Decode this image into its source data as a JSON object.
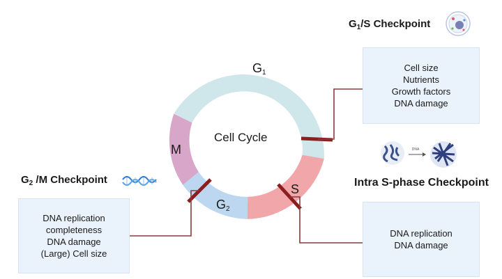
{
  "center_label": "Cell Cycle",
  "phases": {
    "g1": {
      "main": "G",
      "sub": "1"
    },
    "s": {
      "main": "S"
    },
    "g2": {
      "main": "G",
      "sub": "2"
    },
    "m": {
      "main": "M"
    }
  },
  "checkpoints": {
    "g1s": {
      "title_main": "G",
      "title_sub": "1",
      "title_rest": "/S Checkpoint",
      "items": [
        "Cell size",
        "Nutrients",
        "Growth factors",
        "DNA damage"
      ],
      "icon": "cell-icon"
    },
    "intra_s": {
      "title": "Intra S-phase Checkpoint",
      "items": [
        "DNA replication",
        "DNA damage"
      ],
      "icon": "dna-replication-icon"
    },
    "g2m": {
      "title_main": "G",
      "title_sub": "2",
      "title_rest": " /M Checkpoint",
      "items": [
        "DNA replication",
        "completeness",
        "DNA damage",
        "(Large) Cell size"
      ],
      "icon": "dna-helix-icon"
    }
  },
  "colors": {
    "g1": "#cfe6ea",
    "s": "#f1a7aa",
    "g2": "#bcd7ef",
    "m": "#d7a6c8",
    "checkpoint_bar": "#8b1e1e",
    "connector": "#8b3a3a",
    "box_bg": "#eaf2fb"
  }
}
